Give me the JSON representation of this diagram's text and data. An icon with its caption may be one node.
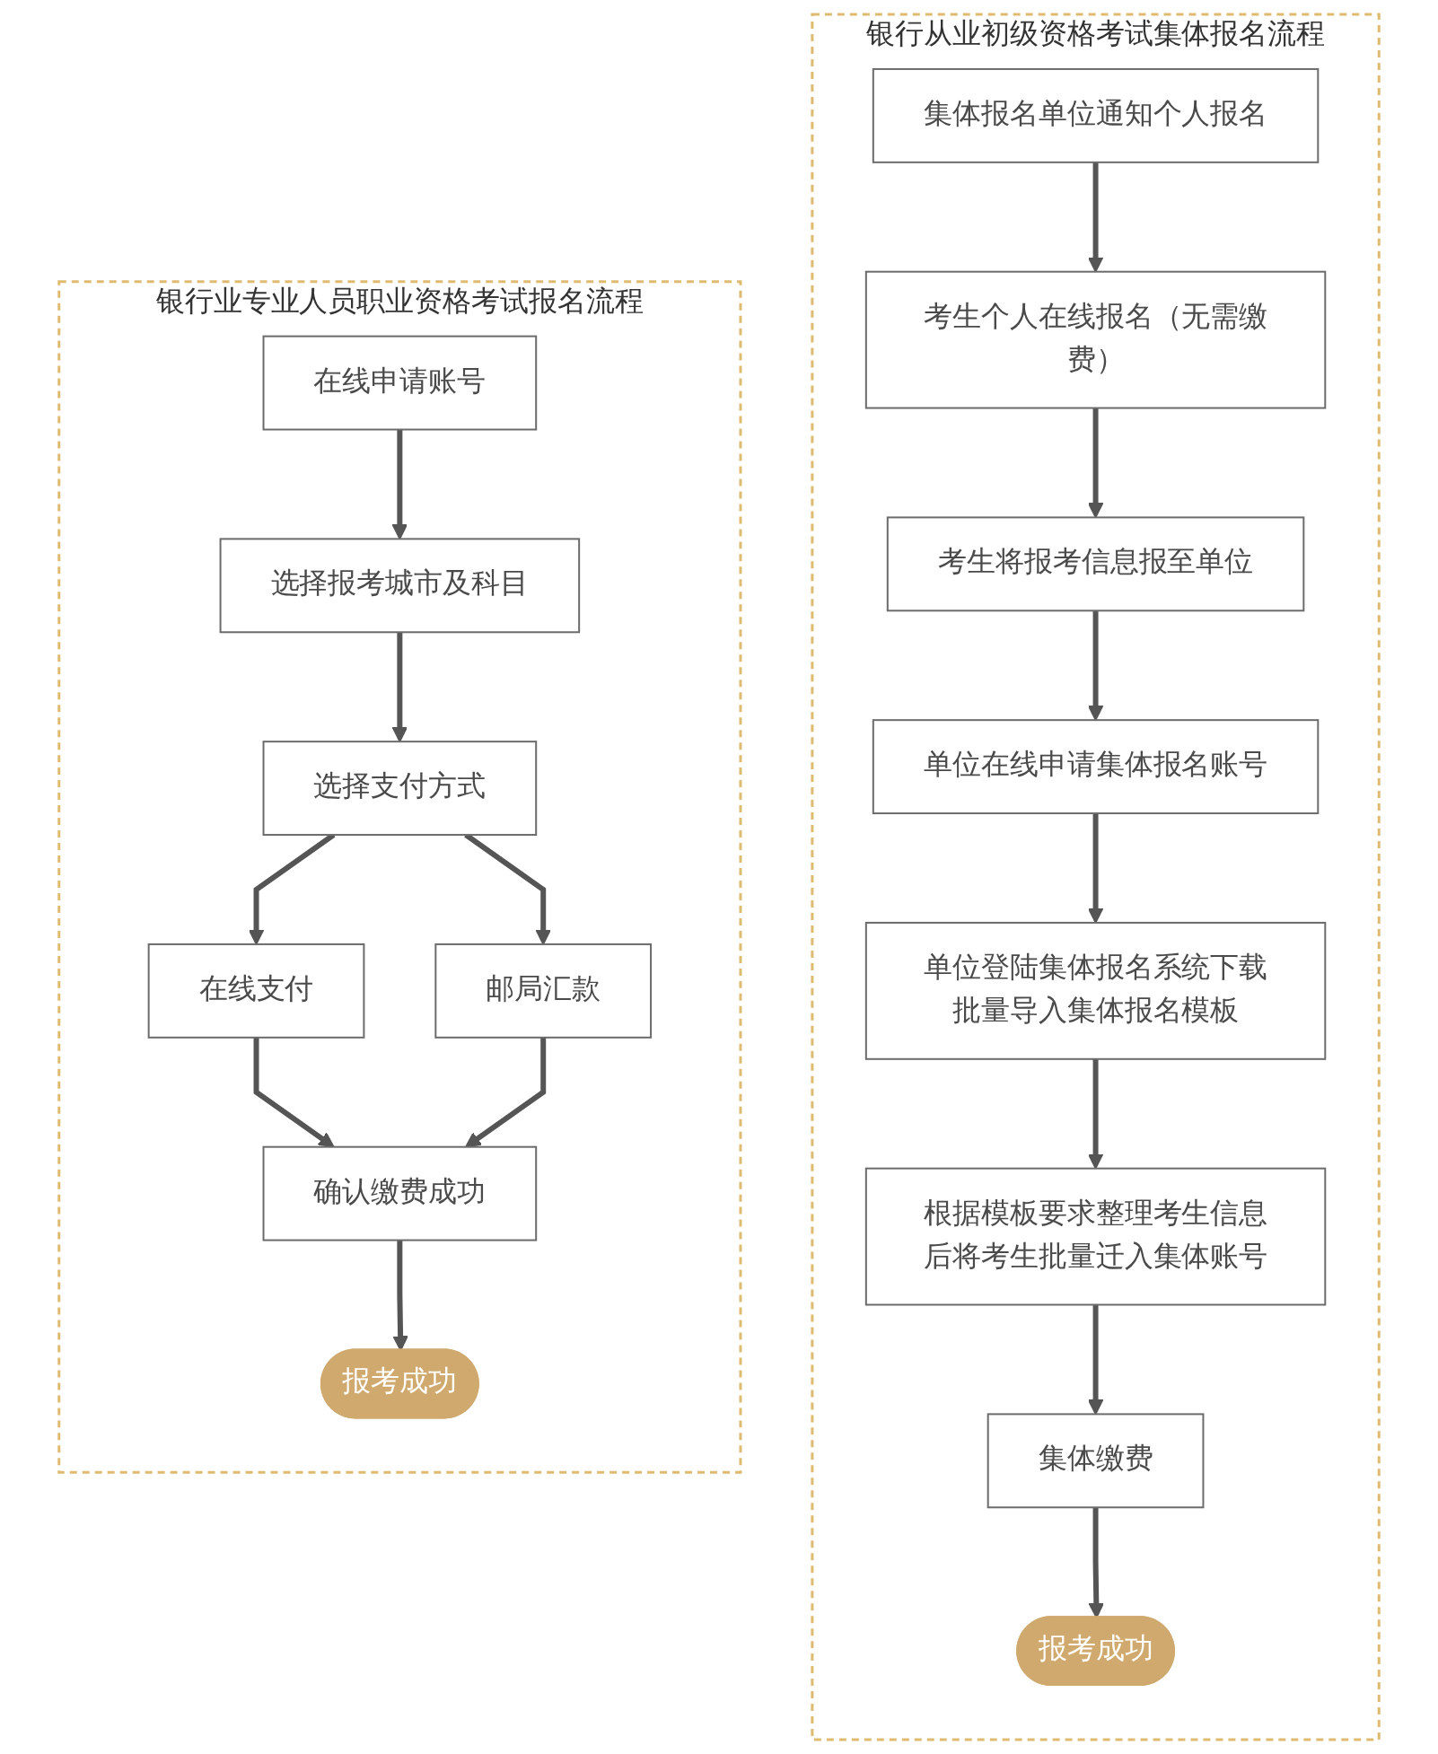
{
  "diagram": {
    "nodes": [
      {
        "text": [
          "银行业专业人员职业资格考试报名流程"
        ]
      },
      {
        "text": [
          "在线申请账号"
        ],
        "in": 0
      },
      {
        "text": [
          "选择报考城市及科目"
        ],
        "in": 0
      },
      {
        "text": [
          "选择支付方式"
        ],
        "in": 0
      },
      {
        "text": [
          "在线支付"
        ],
        "in": 0
      },
      {
        "text": [
          "邮局汇款"
        ],
        "in": 0
      },
      {
        "text": [
          "确认缴费成功"
        ],
        "in": 0
      },
      {
        "text": [
          "报考成功"
        ],
        "in": 0
      },
      {
        "text": [
          "银行从业初级资格考试集体报名流程"
        ]
      },
      {
        "text": [
          "集体报名单位通知个人报名"
        ],
        "in": 8
      },
      {
        "text": [
          "考生个人在线报名（无需缴费）"
        ],
        "in": 8
      },
      {
        "text": [
          "考生将报考信息报至单位"
        ],
        "in": 8
      },
      {
        "text": [
          "单位在线申请集体报名账号"
        ],
        "in": 8
      },
      {
        "text": [
          "单位登陆集体报名系统下载批量导入集体报名模板"
        ],
        "in": 8
      },
      {
        "text": [
          "根据模板要求整理考生信息后将考生批量迁入集体账号"
        ],
        "in": 8
      },
      {
        "text": [
          "集体缴费"
        ],
        "in": 8
      },
      {
        "text": [
          "报考成功"
        ],
        "in": 8
      }
    ],
    "edges": [
      {
        "from": 1,
        "to": 2,
        "arrow": "to"
      },
      {
        "from": 2,
        "to": 3,
        "arrow": "to"
      },
      {
        "from": 3,
        "to": 4,
        "arrow": "to"
      },
      {
        "from": 3,
        "to": 5,
        "arrow": "to"
      },
      {
        "from": 4,
        "to": 6,
        "arrow": "to"
      },
      {
        "from": 5,
        "to": 6,
        "arrow": "to"
      },
      {
        "from": 6,
        "to": 7,
        "arrow": "to"
      },
      {
        "from": 9,
        "to": 10,
        "arrow": "to"
      },
      {
        "from": 10,
        "to": 11,
        "arrow": "to"
      },
      {
        "from": 11,
        "to": 12,
        "arrow": "to"
      },
      {
        "from": 12,
        "to": 13,
        "arrow": "to"
      },
      {
        "from": 13,
        "to": 14,
        "arrow": "to"
      },
      {
        "from": 14,
        "to": 15,
        "arrow": "to"
      },
      {
        "from": 15,
        "to": 16,
        "arrow": "to"
      }
    ]
  }
}
